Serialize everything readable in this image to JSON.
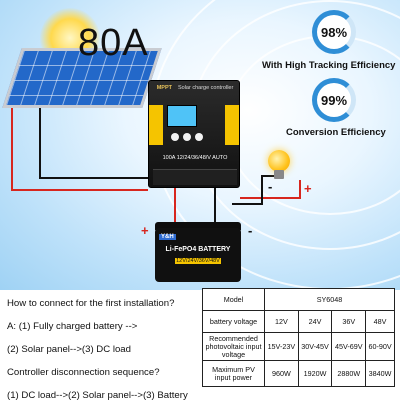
{
  "hero": {
    "current_rating": "80A"
  },
  "badges": [
    {
      "value": "98%",
      "label": "With High Tracking Efficiency"
    },
    {
      "value": "99%",
      "label": "Conversion Efficiency"
    }
  ],
  "controller": {
    "brand": "MPPT",
    "name": "Solar charge controller",
    "model_text": "100A 12/24/36/48/V AUTO"
  },
  "battery": {
    "brand": "Y&H",
    "name": "Li-FePO4 BATTERY",
    "voltage": "12V/24V/36V/48V"
  },
  "wiring": {
    "plus": "+",
    "minus": "-"
  },
  "instructions": [
    "How to connect for the first installation?",
    "A: (1) Fully charged battery -->",
    "(2) Solar panel-->(3) DC load",
    "Controller disconnection sequence?",
    "(1) DC load-->(2) Solar panel-->(3) Battery"
  ],
  "spec_table": {
    "model_label": "Model",
    "model_value": "SY6048",
    "rows": [
      {
        "label": "battery voltage",
        "values": [
          "12V",
          "24V",
          "36V",
          "48V"
        ]
      },
      {
        "label": "Recommended photovoltaic input voltage",
        "values": [
          "15V-23V",
          "30V-45V",
          "45V-69V",
          "60-90V"
        ]
      },
      {
        "label": "Maximum PV input power",
        "values": [
          "960W",
          "1920W",
          "2880W",
          "3840W"
        ]
      }
    ]
  },
  "colors": {
    "badge_ring": "#2f8ed6",
    "positive_wire": "#d7261e",
    "negative_wire": "#111111",
    "controller_accent": "#f5c400",
    "screen": "#4fc3f7"
  }
}
